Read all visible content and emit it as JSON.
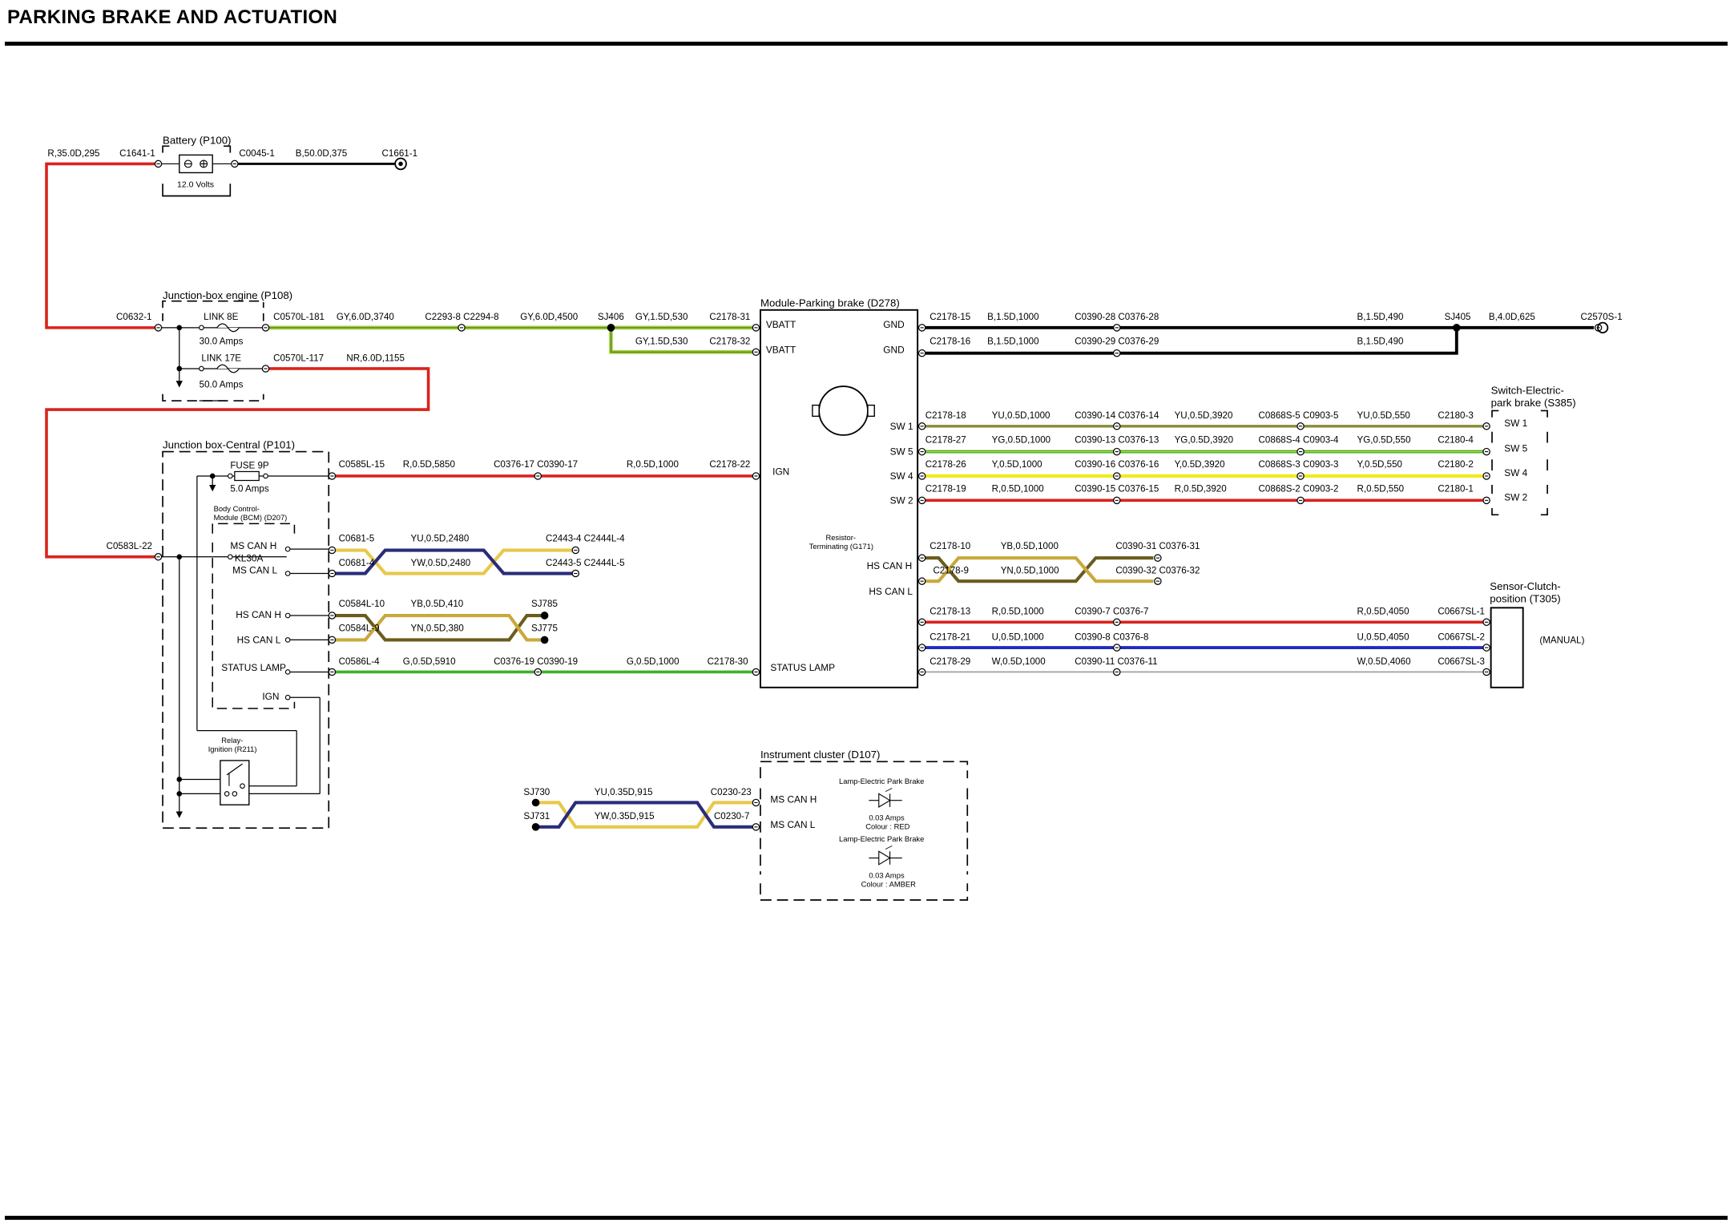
{
  "page": {
    "title": "PARKING BRAKE AND ACTUATION"
  },
  "colors": {
    "red": "#d9231c",
    "black": "#000000",
    "green_yellow": "#9bd32a",
    "yellow": "#f2ea1d",
    "green": "#3fb027",
    "blue": "#1f2bbf",
    "olive": "#8a8a3a",
    "twisted_yellow": "#e8c84a",
    "twisted_black": "#6b5c1e",
    "twisted_blue": "#2a2c7a"
  },
  "components": {
    "battery": {
      "name": "Battery (P100)",
      "voltage": "12.0 Volts"
    },
    "jb_engine": {
      "name": "Junction-box engine (P108)",
      "link1": "LINK 8E",
      "link1_rating": "30.0 Amps",
      "link2": "LINK 17E",
      "link2_rating": "50.0 Amps"
    },
    "jb_central": {
      "name": "Junction box-Central (P101)",
      "fuse": "FUSE 9P",
      "fuse_rating": "5.0 Amps"
    },
    "bcm": {
      "name_line1": "Body Control-",
      "name_line2": "Module (BCM) (D207)",
      "pins": [
        "MS CAN H",
        "KL30A",
        "MS CAN L",
        "HS CAN H",
        "HS CAN L",
        "STATUS LAMP",
        "IGN"
      ]
    },
    "relay": {
      "name_line1": "Relay-",
      "name_line2": "Ignition (R211)"
    },
    "module": {
      "name": "Module-Parking brake (D278)",
      "pins_left": [
        "VBATT",
        "VBATT",
        "IGN",
        "STATUS LAMP"
      ],
      "pins_right": [
        "GND",
        "GND",
        "SW 1",
        "SW 5",
        "SW 4",
        "SW 2",
        "HS CAN H",
        "HS CAN L"
      ]
    },
    "resistor": {
      "name_line1": "Resistor-",
      "name_line2": "Terminating (G171)"
    },
    "switch": {
      "name_line1": "Switch-Electric-",
      "name_line2": "park brake (S385)",
      "pins": [
        "SW 1",
        "SW 5",
        "SW 4",
        "SW 2"
      ]
    },
    "sensor": {
      "name_line1": "Sensor-Clutch-",
      "name_line2": "position (T305)",
      "note": "(MANUAL)"
    },
    "cluster": {
      "name": "Instrument cluster (D107)",
      "pins": [
        "MS CAN H",
        "MS CAN L"
      ],
      "lamp1_name": "Lamp-Electric Park Brake",
      "lamp1_amps": "0.03 Amps",
      "lamp1_colour": "Colour : RED",
      "lamp2_name": "Lamp-Electric Park Brake",
      "lamp2_amps": "0.03 Amps",
      "lamp2_colour": "Colour : AMBER"
    }
  },
  "labels": {
    "bat_wire": "R,35.0D,295",
    "c1641": "C1641-1",
    "c0045": "C0045-1",
    "bat_gnd_wire": "B,50.0D,375",
    "c1661": "C1661-1",
    "c0632": "C0632-1",
    "c0570_181": "C0570L-181",
    "gy6_3740": "GY,6.0D,3740",
    "c2293": "C2293-8 C2294-8",
    "gy6_4500": "GY,6.0D,4500",
    "sj406": "SJ406",
    "gy15_530a": "GY,1.5D,530",
    "c2178_31": "C2178-31",
    "gy15_530b": "GY,1.5D,530",
    "c2178_32": "C2178-32",
    "c0570_117": "C0570L-117",
    "nr6": "NR,6.0D,1155",
    "c0583": "C0583L-22",
    "c0585": "C0585L-15",
    "r05_5850": "R,0.5D,5850",
    "c0376_17": "C0376-17 C0390-17",
    "r05_1000": "R,0.5D,1000",
    "c2178_22": "C2178-22",
    "c0681_5": "C0681-5",
    "yu05_2480": "YU,0.5D,2480",
    "c2443_4": "C2443-4 C2444L-4",
    "c0681_4": "C0681-4",
    "yw05_2480": "YW,0.5D,2480",
    "c2443_5": "C2443-5 C2444L-5",
    "c0584_10": "C0584L-10",
    "yb05_410": "YB,0.5D,410",
    "sj785": "SJ785",
    "c0584_9": "C0584L-9",
    "yn05_380": "YN,0.5D,380",
    "sj775": "SJ775",
    "c0586": "C0586L-4",
    "g05_5910": "G,0.5D,5910",
    "c0376_19": "C0376-19 C0390-19",
    "g05_1000": "G,0.5D,1000",
    "c2178_30": "C2178-30",
    "c2178_15": "C2178-15",
    "b15_1000a": "B,1.5D,1000",
    "c0390_28": "C0390-28 C0376-28",
    "b15_490a": "B,1.5D,490",
    "sj405": "SJ405",
    "b4_625": "B,4.0D,625",
    "c2570": "C2570S-1",
    "c2178_16": "C2178-16",
    "b15_1000b": "B,1.5D,1000",
    "c0390_29": "C0390-29 C0376-29",
    "b15_490b": "B,1.5D,490",
    "c2178_18": "C2178-18",
    "yu05_1000": "YU,0.5D,1000",
    "c0390_14": "C0390-14 C0376-14",
    "yu05_3920": "YU,0.5D,3920",
    "c0868_5": "C0868S-5 C0903-5",
    "yu05_550": "YU,0.5D,550",
    "c2180_3": "C2180-3",
    "c2178_27": "C2178-27",
    "yg05_1000": "YG,0.5D,1000",
    "c0390_13": "C0390-13 C0376-13",
    "yg05_3920": "YG,0.5D,3920",
    "c0868_4": "C0868S-4 C0903-4",
    "yg05_550": "YG,0.5D,550",
    "c2180_4": "C2180-4",
    "c2178_26": "C2178-26",
    "y05_1000": "Y,0.5D,1000",
    "c0390_16": "C0390-16 C0376-16",
    "y05_3920": "Y,0.5D,3920",
    "c0868_3": "C0868S-3 C0903-3",
    "y05_550": "Y,0.5D,550",
    "c2180_2": "C2180-2",
    "c2178_19": "C2178-19",
    "r05_1000b": "R,0.5D,1000",
    "c0390_15": "C0390-15 C0376-15",
    "r05_3920": "R,0.5D,3920",
    "c0868_2": "C0868S-2 C0903-2",
    "r05_550": "R,0.5D,550",
    "c2180_1": "C2180-1",
    "c2178_10": "C2178-10",
    "yb05_1000": "YB,0.5D,1000",
    "c0390_31": "C0390-31 C0376-31",
    "c2178_9": "C2178-9",
    "yn05_1000": "YN,0.5D,1000",
    "c0390_32": "C0390-32 C0376-32",
    "c2178_13": "C2178-13",
    "r05_1000c": "R,0.5D,1000",
    "c0390_7": "C0390-7 C0376-7",
    "r05_4050": "R,0.5D,4050",
    "c0667_1": "C0667SL-1",
    "c2178_21": "C2178-21",
    "u05_1000": "U,0.5D,1000",
    "c0390_8": "C0390-8 C0376-8",
    "u05_4050": "U,0.5D,4050",
    "c0667_2": "C0667SL-2",
    "c2178_29": "C2178-29",
    "w05_1000": "W,0.5D,1000",
    "c0390_11": "C0390-11 C0376-11",
    "w05_4060": "W,0.5D,4060",
    "c0667_3": "C0667SL-3",
    "sj730": "SJ730",
    "yu035_915": "YU,0.35D,915",
    "c0230_23": "C0230-23",
    "sj731": "SJ731",
    "yw035_915": "YW,0.35D,915",
    "c0230_7": "C0230-7"
  }
}
